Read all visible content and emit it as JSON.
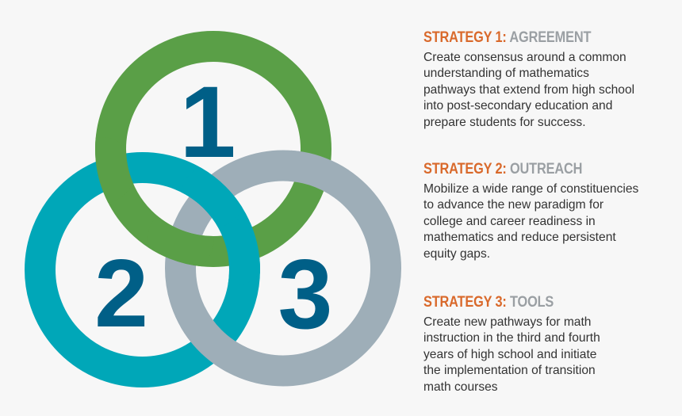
{
  "diagram": {
    "rings": [
      {
        "id": "1",
        "label": "1",
        "color": "#5a9f47",
        "digit_color": "#005f87"
      },
      {
        "id": "2",
        "label": "2",
        "color": "#00a7b8",
        "digit_color": "#005f87"
      },
      {
        "id": "3",
        "label": "3",
        "color": "#9eaeb8",
        "digit_color": "#005f87"
      }
    ]
  },
  "strategies": [
    {
      "prefix": "STRATEGY 1:",
      "title": "AGREEMENT",
      "lines": [
        "Create consensus around a common",
        "understanding of mathematics",
        "pathways that extend from high school",
        "into post-secondary education and",
        "prepare students for success."
      ]
    },
    {
      "prefix": "STRATEGY 2:",
      "title": "OUTREACH",
      "lines": [
        "Mobilize a wide range of constituencies",
        "to advance the new paradigm for",
        "college and career readiness in",
        "mathematics and reduce persistent",
        "equity gaps."
      ]
    },
    {
      "prefix": "STRATEGY 3:",
      "title": "TOOLS",
      "lines": [
        "Create new pathways for math",
        "instruction in the third and fourth",
        "years of high school and initiate",
        "the implementation of transition",
        "math courses"
      ]
    }
  ],
  "colors": {
    "background": "#f7f7f7",
    "heading_accent": "#d9692b",
    "heading_title": "#9a9fa3",
    "body_text": "#333333"
  }
}
